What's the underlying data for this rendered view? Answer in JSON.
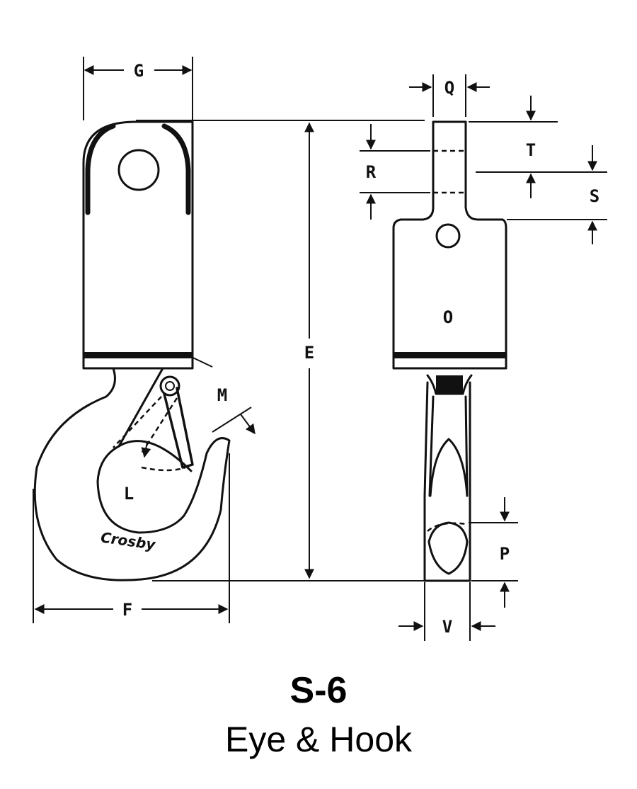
{
  "figure": {
    "dimension_labels": {
      "G": "G",
      "E": "E",
      "F": "F",
      "M": "M",
      "L": "L",
      "Q": "Q",
      "T": "T",
      "R": "R",
      "S": "S",
      "P": "P",
      "V": "V",
      "O": "O"
    },
    "brand_mark": "Crosby"
  },
  "caption": {
    "model": "S-6",
    "description": "Eye & Hook"
  }
}
